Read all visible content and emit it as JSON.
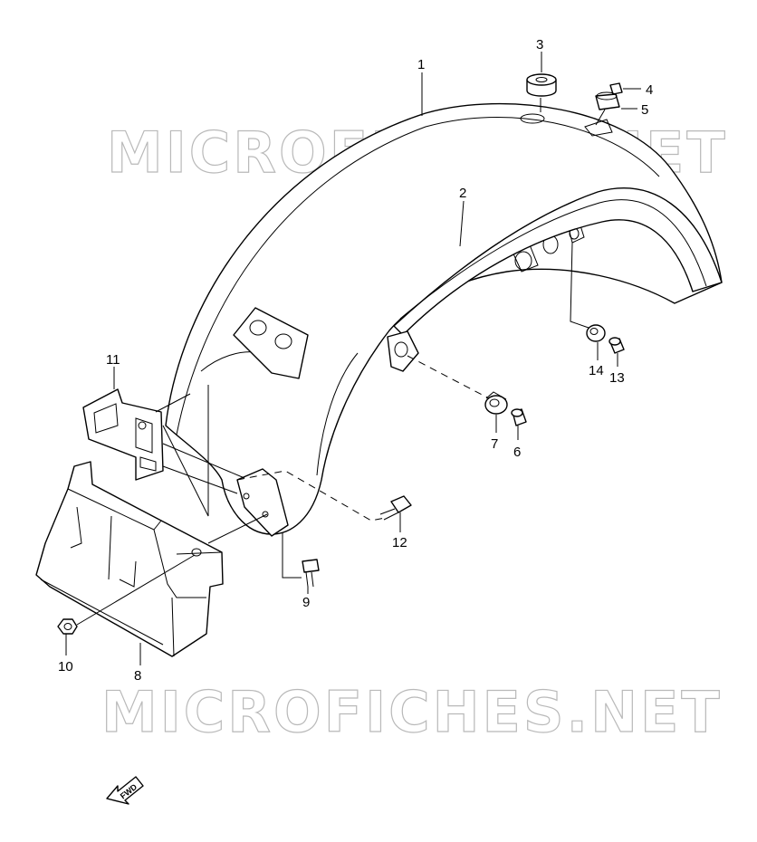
{
  "watermark": {
    "text": "MICROFICHES.NET"
  },
  "direction_badge": {
    "text": "FWD"
  },
  "callouts": [
    {
      "id": "1",
      "label": "1"
    },
    {
      "id": "2",
      "label": "2"
    },
    {
      "id": "3",
      "label": "3"
    },
    {
      "id": "4",
      "label": "4"
    },
    {
      "id": "5",
      "label": "5"
    },
    {
      "id": "6",
      "label": "6"
    },
    {
      "id": "7",
      "label": "7"
    },
    {
      "id": "8",
      "label": "8"
    },
    {
      "id": "9",
      "label": "9"
    },
    {
      "id": "10",
      "label": "10"
    },
    {
      "id": "11",
      "label": "11"
    },
    {
      "id": "12",
      "label": "12"
    },
    {
      "id": "13",
      "label": "13"
    },
    {
      "id": "14",
      "label": "14"
    }
  ]
}
